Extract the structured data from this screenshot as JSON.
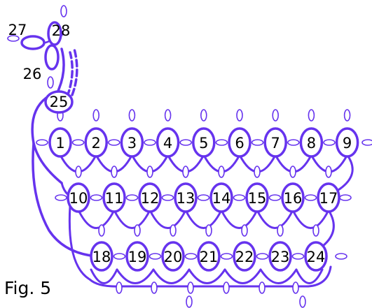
{
  "figure": {
    "caption": "Fig. 5",
    "line_color": "#6633ee"
  },
  "rows": [
    [
      "1",
      "2",
      "3",
      "4",
      "5",
      "6",
      "7",
      "8",
      "9"
    ],
    [
      "10",
      "11",
      "12",
      "13",
      "14",
      "15",
      "16",
      "17"
    ],
    [
      "18",
      "19",
      "20",
      "21",
      "22",
      "23",
      "24"
    ]
  ],
  "neck": [
    "25",
    "26",
    "27",
    "28"
  ]
}
